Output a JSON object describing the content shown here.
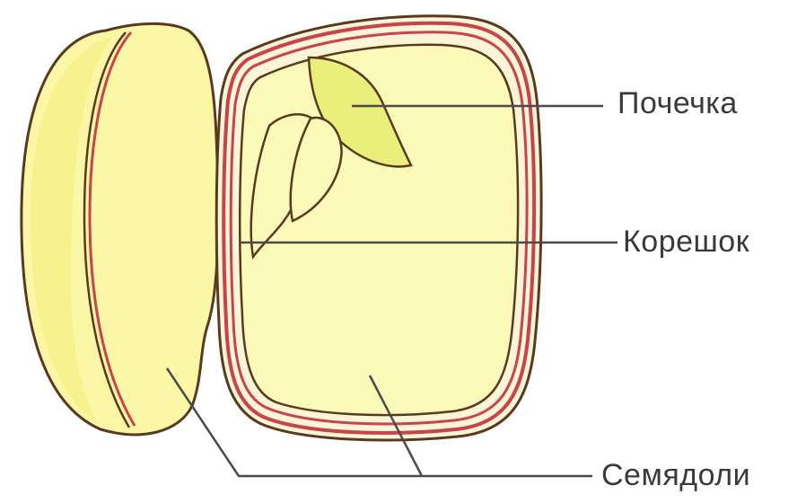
{
  "labels": {
    "pochechka": "Почечка",
    "koreshok": "Корешок",
    "semyadoli": "Семядоли"
  },
  "colors": {
    "cotyledon_fill": "#fbf7a6",
    "cotyledon_inner": "#fcfab8",
    "cotyledon_edge": "#f1ec6e",
    "seed_coat": "#c8434b",
    "outline": "#5a3a1e",
    "bud_fill": "#e9ef7a",
    "leader_line": "#4a4a4a"
  }
}
